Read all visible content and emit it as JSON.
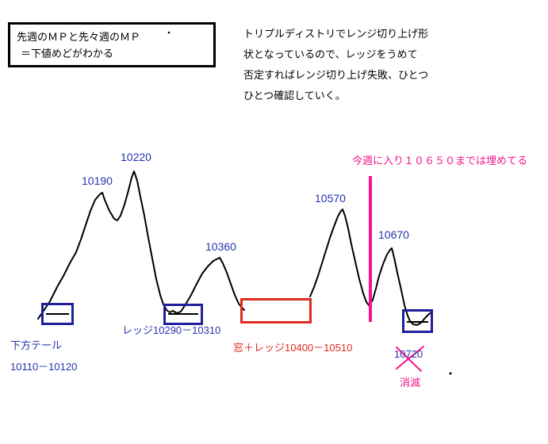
{
  "colors": {
    "blue": "#2633b0",
    "box_blue": "#1f1f9e",
    "red": "#e02b20",
    "pink": "#f4148c",
    "curve": "#000000"
  },
  "note_box": {
    "line1": "先週のＭＰと先々週のＭＰ",
    "line2": "＝下値めどがわかる"
  },
  "description": {
    "lines": [
      "トリプルディストリでレンジ切り上げ形",
      "状となっているので、レッジをうめて",
      "否定すればレンジ切り上げ失敗、ひとつ",
      "ひとつ確認していく。"
    ]
  },
  "chart": {
    "pink_annotation": "今週に入り１０６５０までは埋めてる",
    "peak_labels": [
      "10190",
      "10220",
      "10360",
      "10570",
      "10670"
    ],
    "ledge_label": "レッジ10290－10310",
    "lower_tail_title": "下方テール",
    "lower_tail_range": "10110－10120",
    "gap_label": "窓＋レッジ10400－10510",
    "extinct_price": "10720",
    "extinct_label": "消滅"
  }
}
